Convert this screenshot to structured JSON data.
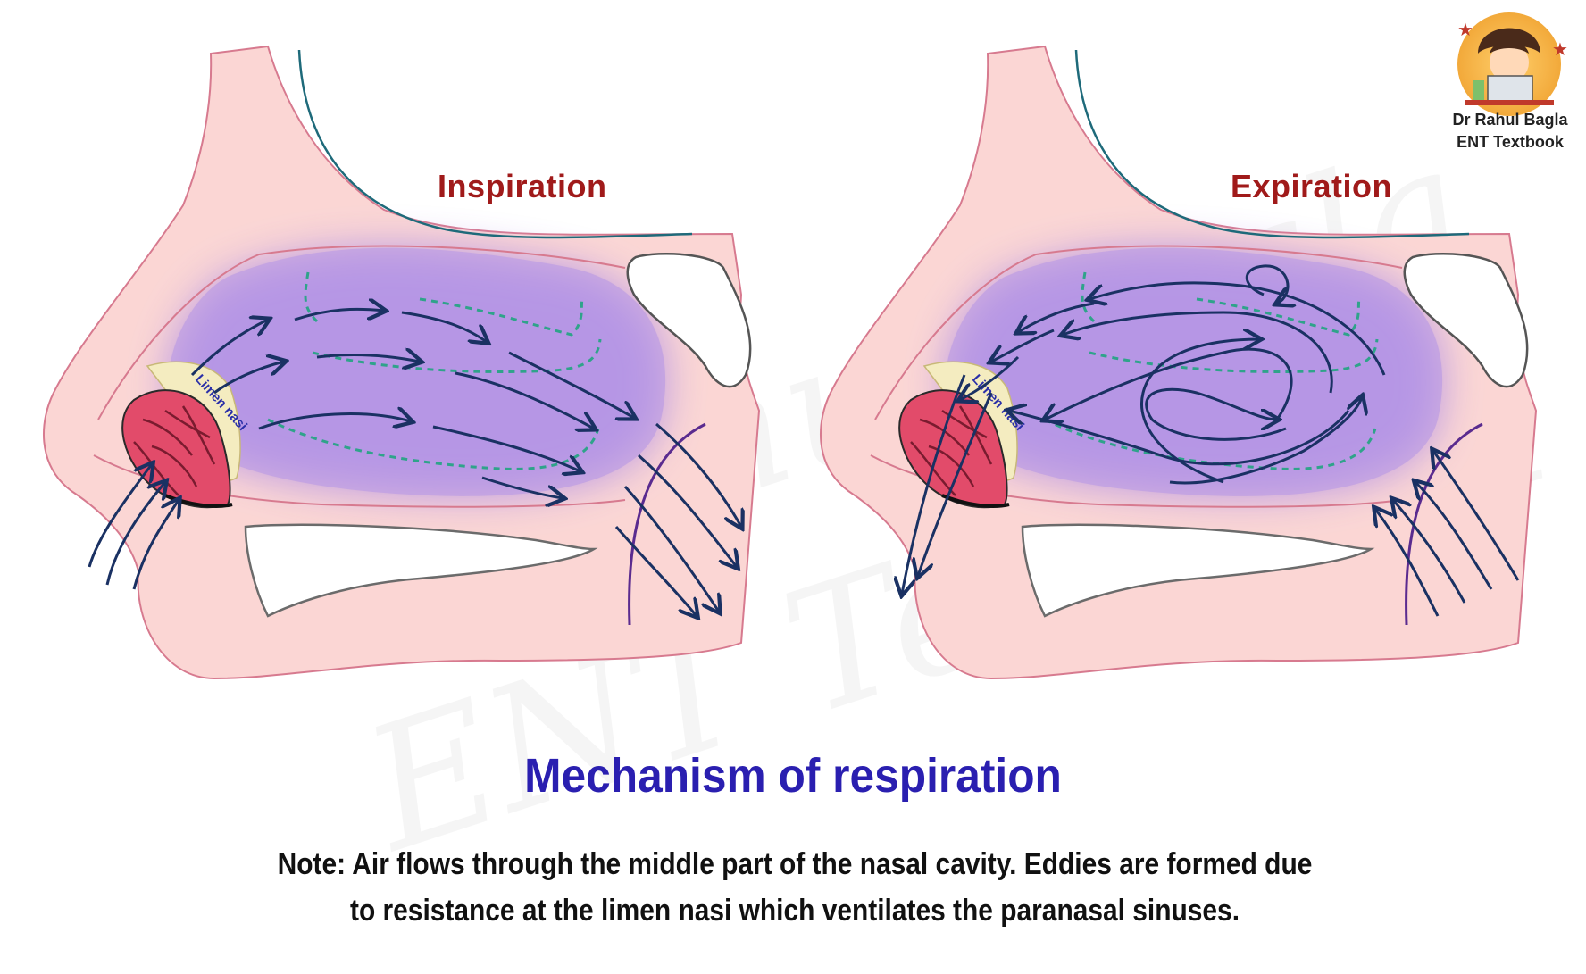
{
  "panels": [
    {
      "title": "Inspiration",
      "label": "Limen nasi"
    },
    {
      "title": "Expiration",
      "label": "Limen nasi"
    }
  ],
  "main_title": "Mechanism of respiration",
  "note": {
    "line1": "Note: Air flows through the middle part of the nasal cavity. Eddies are formed due",
    "line2": "to resistance at the limen nasi which ventilates the paranasal sinuses."
  },
  "brand": {
    "line1": "Dr Rahul Bagla",
    "line2": "ENT Textbook"
  },
  "watermark": {
    "line1": "Dr Rahul Bagla",
    "line2": "ENT Textbook"
  },
  "colors": {
    "tissue": "#fbd6d4",
    "tissue_outline": "#d77a8f",
    "airway": "#b595e6",
    "arrow": "#1a3163",
    "dashed_line": "#2fa38a",
    "skull_line": "#1e6a7a",
    "title_red": "#a01a1a",
    "title_blue": "#2a1fb0"
  }
}
